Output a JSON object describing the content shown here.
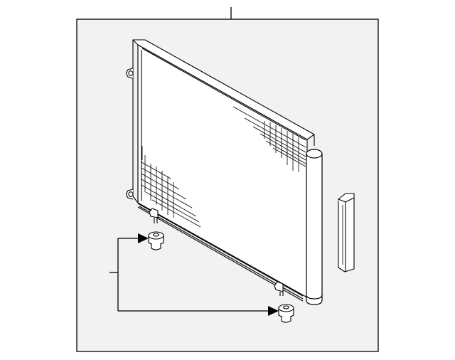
{
  "diagram": {
    "kind": "exploded-parts-illustration",
    "subject": "ac-condenser-assembly",
    "labels": [],
    "colors": {
      "frame_fill": "#f2f2f2",
      "line": "#000000",
      "background": "#ffffff"
    },
    "parts": [
      {
        "id": "condenser-core",
        "icon": "condenser-icon"
      },
      {
        "id": "receiver-drier-tank",
        "icon": "cylinder-icon"
      },
      {
        "id": "side-seal",
        "icon": "seal-icon"
      },
      {
        "id": "mount-bushing-upper",
        "icon": "bushing-icon"
      },
      {
        "id": "mount-bushing-lower",
        "icon": "bushing-icon"
      }
    ]
  }
}
